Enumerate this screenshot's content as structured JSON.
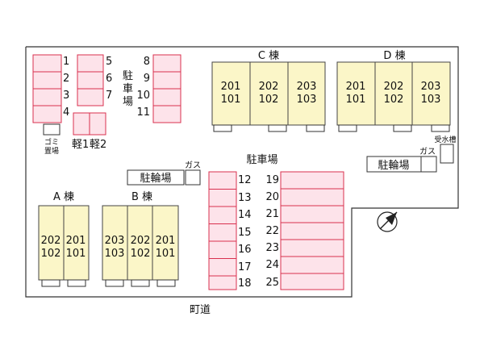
{
  "parking": {
    "upper_label": [
      "駐",
      "車",
      "場"
    ],
    "lower_label": "駐車場",
    "spaces_col1": [
      "1",
      "2",
      "3",
      "4"
    ],
    "spaces_col2": [
      "5",
      "6",
      "7"
    ],
    "spaces_col3": [
      "8",
      "9",
      "10",
      "11"
    ],
    "kei": [
      "軽1",
      "軽2"
    ],
    "lower_left_numbers": [
      "12",
      "13",
      "14",
      "15",
      "16",
      "17",
      "18"
    ],
    "lower_right_numbers": [
      "19",
      "20",
      "21",
      "22",
      "23",
      "24",
      "25"
    ]
  },
  "facilities": {
    "garbage": [
      "ゴミ",
      "置場"
    ],
    "bicycle_left": "駐輪場",
    "bicycle_right": "駐輪場",
    "gas_left": "ガス",
    "gas_right": "ガス",
    "water_tank": "受水槽"
  },
  "buildings": {
    "A": {
      "label": "A 棟",
      "units": [
        {
          "top": "202",
          "bottom": "102"
        },
        {
          "top": "201",
          "bottom": "101"
        }
      ]
    },
    "B": {
      "label": "B 棟",
      "units": [
        {
          "top": "203",
          "bottom": "103"
        },
        {
          "top": "202",
          "bottom": "102"
        },
        {
          "top": "201",
          "bottom": "101"
        }
      ]
    },
    "C": {
      "label": "C 棟",
      "units": [
        {
          "top": "201",
          "bottom": "101"
        },
        {
          "top": "202",
          "bottom": "102"
        },
        {
          "top": "203",
          "bottom": "103"
        }
      ]
    },
    "D": {
      "label": "D 棟",
      "units": [
        {
          "top": "201",
          "bottom": "101"
        },
        {
          "top": "202",
          "bottom": "102"
        },
        {
          "top": "203",
          "bottom": "103"
        }
      ]
    }
  },
  "road_label": "町道",
  "compass": "north-arrow-icon",
  "colors": {
    "parking_fill": "#fde3ea",
    "parking_stroke": "#d9304f",
    "building_fill": "#fbf6c8",
    "outline": "#333333"
  }
}
